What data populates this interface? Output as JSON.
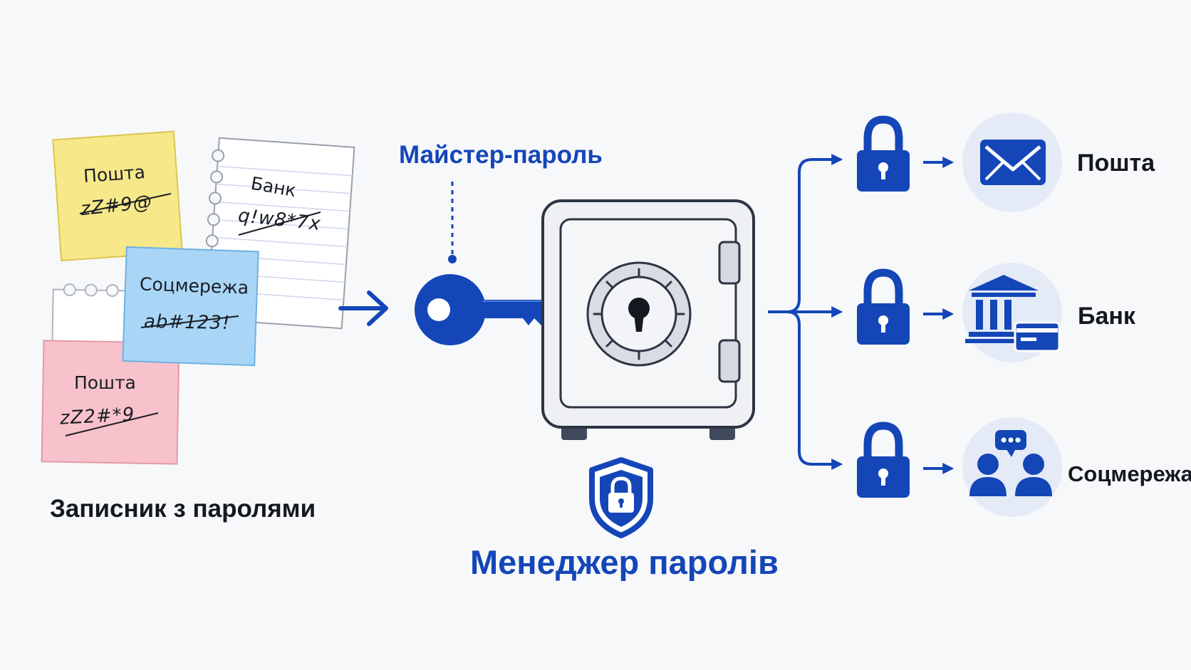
{
  "notes": {
    "caption": "Записник з паролями",
    "items": [
      {
        "service": "Пошта",
        "password": "zZ#9@"
      },
      {
        "service": "Банк",
        "password": "q!w8*7x"
      },
      {
        "service": "Соцмережа",
        "password": "ab#123!"
      },
      {
        "service": "Пошта",
        "password": "zZ2#*9"
      }
    ]
  },
  "master_password": {
    "label": "Майстер-пароль"
  },
  "manager": {
    "title": "Менеджер паролів"
  },
  "services": [
    {
      "label": "Пошта",
      "icon": "envelope-icon"
    },
    {
      "label": "Банк",
      "icon": "bank-card-icon"
    },
    {
      "label": "Соцмережа",
      "icon": "social-users-icon"
    }
  ],
  "colors": {
    "accent": "#1446b8",
    "accent_light": "#e4ebf7",
    "note_yellow": "#f7e88a",
    "note_blue": "#a9d6f7",
    "note_pink": "#f7c2cb",
    "safe_body": "#eef0f4",
    "text_dark": "#151821"
  }
}
